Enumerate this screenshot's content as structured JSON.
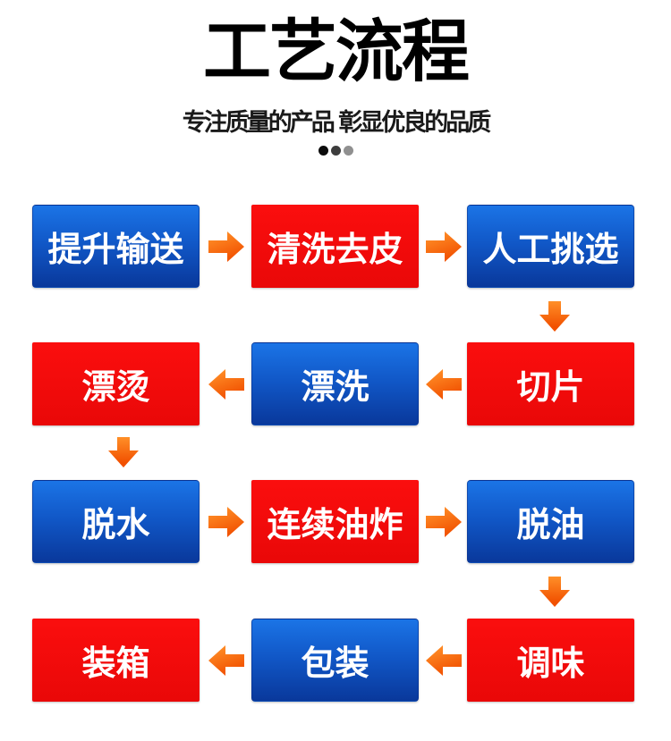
{
  "header": {
    "title": "工艺流程",
    "subtitle": "专注质量的产品 彰显优良的品质",
    "dots": [
      {
        "name": "dot-1",
        "color": "#0c0c0c"
      },
      {
        "name": "dot-2",
        "color": "#3d3d3d"
      },
      {
        "name": "dot-3",
        "color": "#909090"
      }
    ]
  },
  "colors": {
    "blue_top": "#1b74e6",
    "blue_bottom": "#09389b",
    "red_top": "#fb0e0e",
    "red_bottom": "#e90808",
    "arrow_light": "#ff8f28",
    "arrow_dark": "#f15000",
    "box_text": "#ffffff",
    "title_text": "#000000",
    "subtitle_text": "#1a1a1a"
  },
  "flow": {
    "rows": [
      {
        "direction": "right",
        "boxes": [
          {
            "label": "提升输送",
            "color": "blue"
          },
          {
            "label": "清洗去皮",
            "color": "red"
          },
          {
            "label": "人工挑选",
            "color": "blue"
          }
        ]
      },
      {
        "direction": "left",
        "boxes": [
          {
            "label": "漂烫",
            "color": "red"
          },
          {
            "label": "漂洗",
            "color": "blue"
          },
          {
            "label": "切片",
            "color": "red"
          }
        ]
      },
      {
        "direction": "right",
        "boxes": [
          {
            "label": "脱水",
            "color": "blue"
          },
          {
            "label": "连续油炸",
            "color": "red"
          },
          {
            "label": "脱油",
            "color": "blue"
          }
        ]
      },
      {
        "direction": "left",
        "boxes": [
          {
            "label": "装箱",
            "color": "red"
          },
          {
            "label": "包装",
            "color": "blue"
          },
          {
            "label": "调味",
            "color": "red"
          }
        ]
      }
    ],
    "down_connectors": [
      {
        "after_row": 1,
        "column": 3
      },
      {
        "after_row": 2,
        "column": 1
      },
      {
        "after_row": 3,
        "column": 3
      }
    ]
  }
}
